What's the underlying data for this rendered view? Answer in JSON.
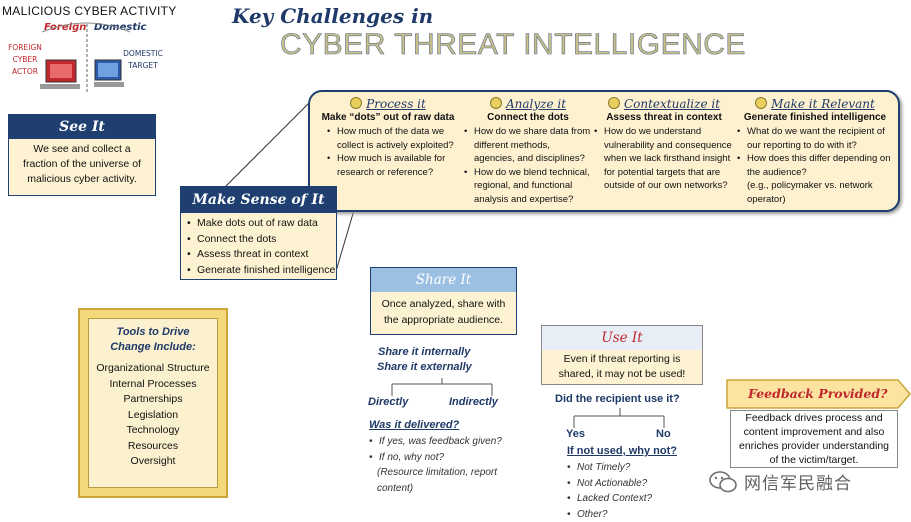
{
  "header": {
    "line1": "Key Challenges in",
    "line2": "CYBER THREAT INTELLIGENCE"
  },
  "activity": {
    "title": "Malicious Cyber Activity",
    "foreign": "Foreign",
    "domestic": "Domestic",
    "actor": [
      "Foreign",
      "Cyber",
      "Actor"
    ],
    "target": [
      "Domestic",
      "Target"
    ]
  },
  "see_it": {
    "title": "See It",
    "body": [
      "We see and collect a",
      "fraction of the universe of",
      "malicious cyber activity."
    ]
  },
  "process": [
    {
      "title": "Process it",
      "subtitle": "Make “dots” out of raw data",
      "bullets": [
        "How much of the data we collect is actively exploited?",
        "How much is available for research or reference?"
      ]
    },
    {
      "title": "Analyze it",
      "subtitle": "Connect the dots",
      "bullets": [
        "How do we share data from different methods, agencies, and disciplines?",
        "How do we blend technical, regional, and functional analysis and expertise?"
      ]
    },
    {
      "title": "Contextualize it",
      "subtitle": "Assess threat in context",
      "bullets": [
        "How do we understand vulnerability and consequence when we lack firsthand insight for potential targets that are outside of our own networks?"
      ]
    },
    {
      "title": "Make it Relevant",
      "subtitle": "Generate finished intelligence",
      "bullets": [
        "What do we want the recipient of our reporting to do with it?",
        "How does this differ depending on the audience?"
      ],
      "note": "(e.g., policymaker vs. network operator)"
    }
  ],
  "make_sense": {
    "title": "Make Sense of It",
    "items": [
      "Make dots out of raw data",
      "Connect the dots",
      "Assess threat in context",
      "Generate finished intelligence"
    ]
  },
  "share_it": {
    "title": "Share It",
    "body": [
      "Once analyzed, share with",
      "the appropriate audience."
    ],
    "internally": "Share it internally",
    "externally": "Share it externally",
    "directly": "Directly",
    "indirectly": "Indirectly",
    "delivered_q": "Was it delivered?",
    "delivered_items": [
      "If yes, was feedback given?",
      "If no, why not?"
    ],
    "delivered_note": [
      "(Resource limitation, report",
      "content)"
    ]
  },
  "use_it": {
    "title": "Use It",
    "body": [
      "Even if threat reporting is",
      "shared,  it may not be used!"
    ],
    "question": "Did the recipient use it?",
    "yes": "Yes",
    "no": "No",
    "not_used_q": "If not used, why not?",
    "reasons": [
      "Not Timely?",
      "Not Actionable?",
      "Lacked Context?",
      "Other?"
    ]
  },
  "tools": {
    "title": [
      "Tools to Drive",
      "Change Include:"
    ],
    "items": [
      "Organizational Structure",
      "Internal Processes",
      "Partnerships",
      "Legislation",
      "Technology",
      "Resources",
      "Oversight"
    ]
  },
  "feedback": {
    "title": "Feedback Provided?",
    "body": [
      "Feedback drives process and",
      "content improvement and also",
      "enriches provider understanding",
      "of the victim/target."
    ]
  },
  "watermark": "网信军民融合",
  "colors": {
    "navy": "#1e3f6f",
    "cream": "#fdf3d2",
    "red": "#c0282d",
    "gold": "#e8c84a"
  }
}
